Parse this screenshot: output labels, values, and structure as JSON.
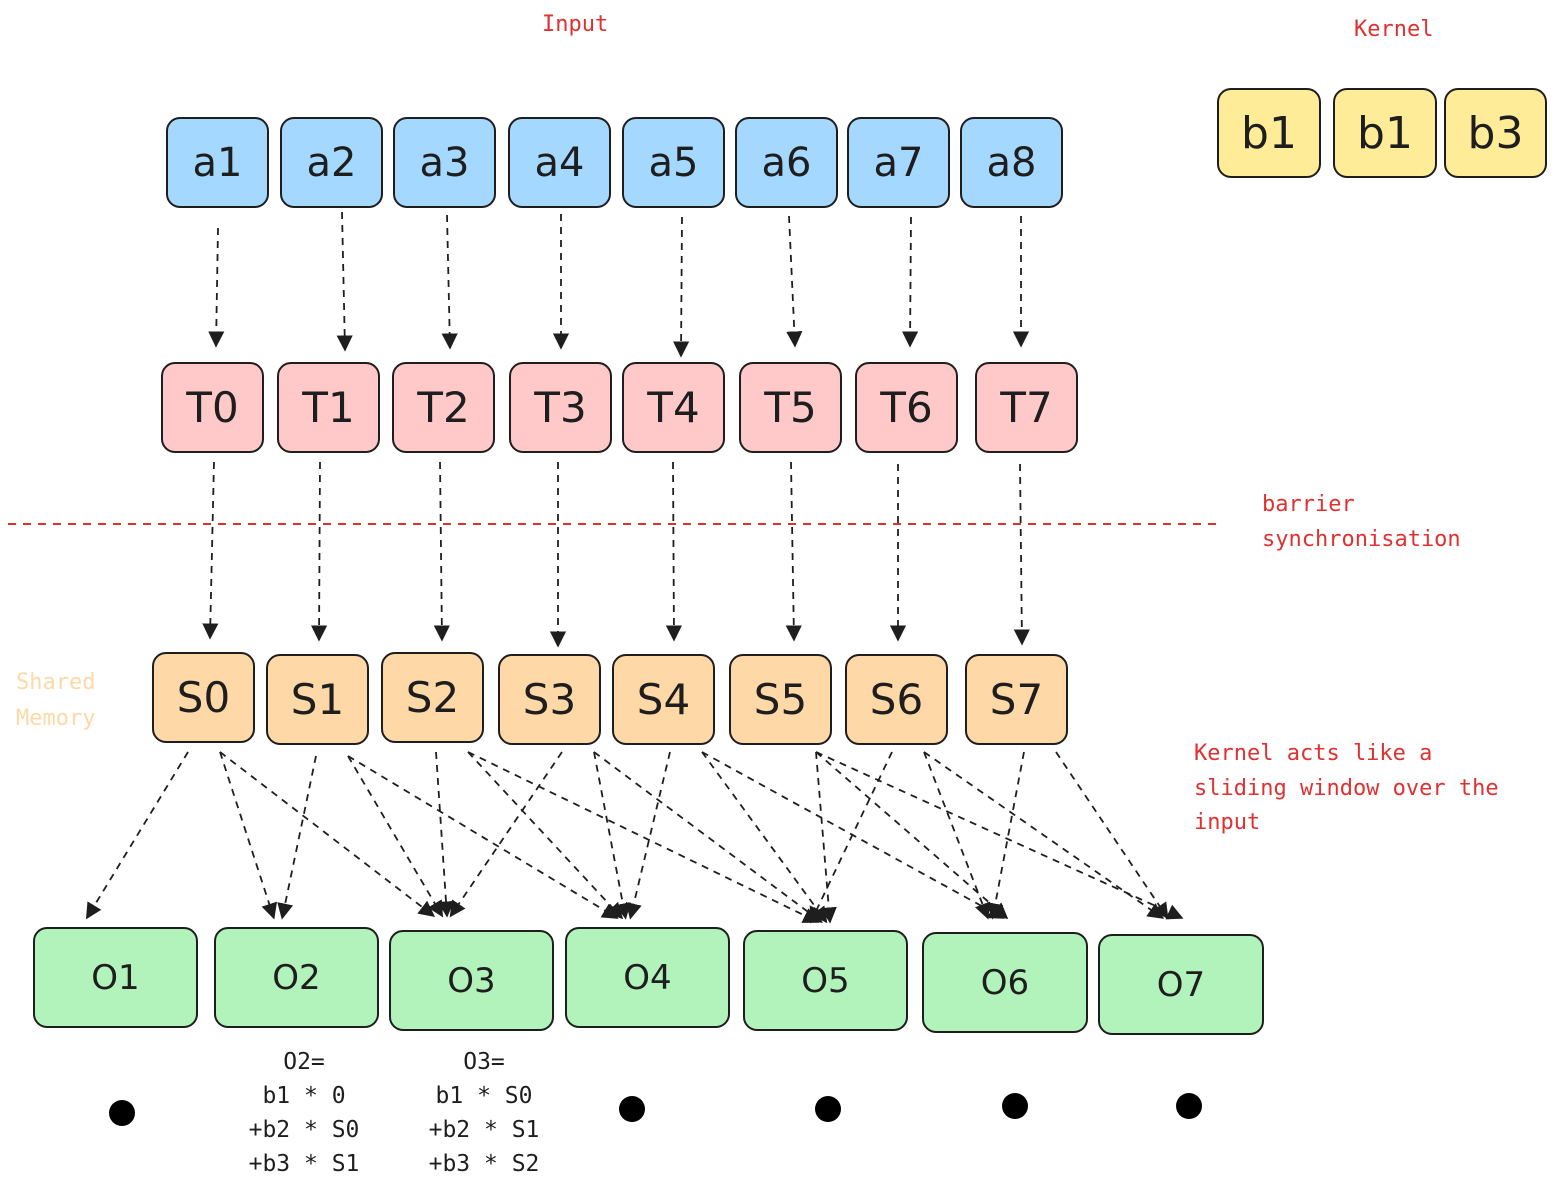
{
  "labels": {
    "input": "Input",
    "kernel": "Kernel",
    "barrier_line1": "barrier",
    "barrier_line2": "synchronisation",
    "shared_line1": "Shared",
    "shared_line2": "Memory",
    "sliding_line1": "Kernel acts like a",
    "sliding_line2": "sliding window over the",
    "sliding_line3": "input"
  },
  "input": [
    "a1",
    "a2",
    "a3",
    "a4",
    "a5",
    "a6",
    "a7",
    "a8"
  ],
  "threads": [
    "T0",
    "T1",
    "T2",
    "T3",
    "T4",
    "T5",
    "T6",
    "T7"
  ],
  "shared": [
    "S0",
    "S1",
    "S2",
    "S3",
    "S4",
    "S5",
    "S6",
    "S7"
  ],
  "outputs": [
    "O1",
    "O2",
    "O3",
    "O4",
    "O5",
    "O6",
    "O7"
  ],
  "kernel": [
    "b1",
    "b1",
    "b3"
  ],
  "formulas": {
    "o2": [
      "O2=",
      "b1 * 0",
      "+b2 * S0",
      "+b3 * S1"
    ],
    "o3": [
      "O3=",
      "b1 * S0",
      "+b2 * S1",
      "+b3 * S2"
    ]
  },
  "colors": {
    "input": "#a5d8ff",
    "thread": "#ffc9c9",
    "shared": "#ffd8a8",
    "output": "#b2f2bb",
    "kernel": "#ffec99",
    "annotation_red": "#e03131",
    "annotation_peach": "#ffd8a8"
  }
}
